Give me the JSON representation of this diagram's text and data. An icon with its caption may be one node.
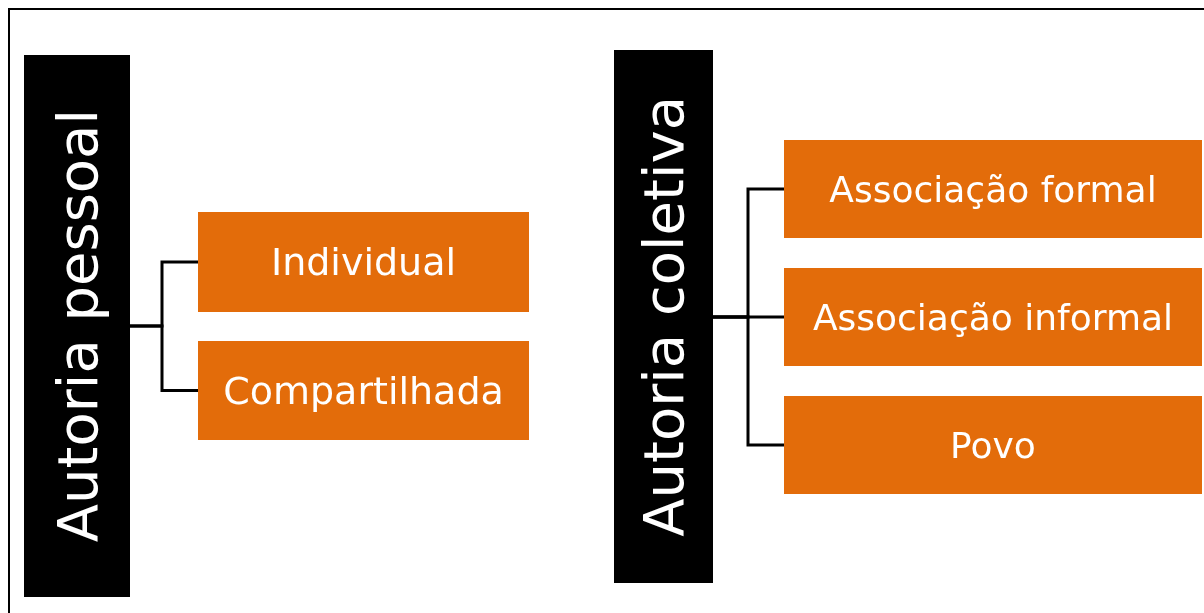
{
  "diagram": {
    "nodes": [
      {
        "text": [
          "Autoria pessoal"
        ]
      },
      {
        "text": [
          "Individual"
        ]
      },
      {
        "text": [
          "Compartilhada"
        ]
      },
      {
        "text": [
          "Autoria coletiva"
        ]
      },
      {
        "text": [
          "Associação formal"
        ]
      },
      {
        "text": [
          "Associação informal"
        ]
      },
      {
        "text": [
          "Povo"
        ]
      }
    ],
    "edges": [
      {
        "from": 0,
        "to": 1,
        "arrow": "none"
      },
      {
        "from": 0,
        "to": 2,
        "arrow": "none"
      },
      {
        "from": 3,
        "to": 4,
        "arrow": "none"
      },
      {
        "from": 3,
        "to": 5,
        "arrow": "none"
      },
      {
        "from": 3,
        "to": 6,
        "arrow": "none"
      }
    ]
  }
}
